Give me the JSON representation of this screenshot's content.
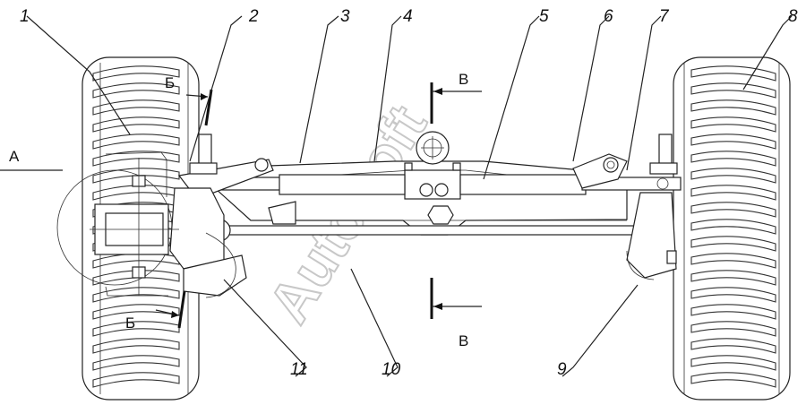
{
  "callouts": [
    "1",
    "2",
    "3",
    "4",
    "5",
    "6",
    "7",
    "8",
    "9",
    "10",
    "11"
  ],
  "section_labels": {
    "view_a": "А",
    "section_b": "Б",
    "section_v": "В"
  },
  "watermark": "AutoSoft"
}
